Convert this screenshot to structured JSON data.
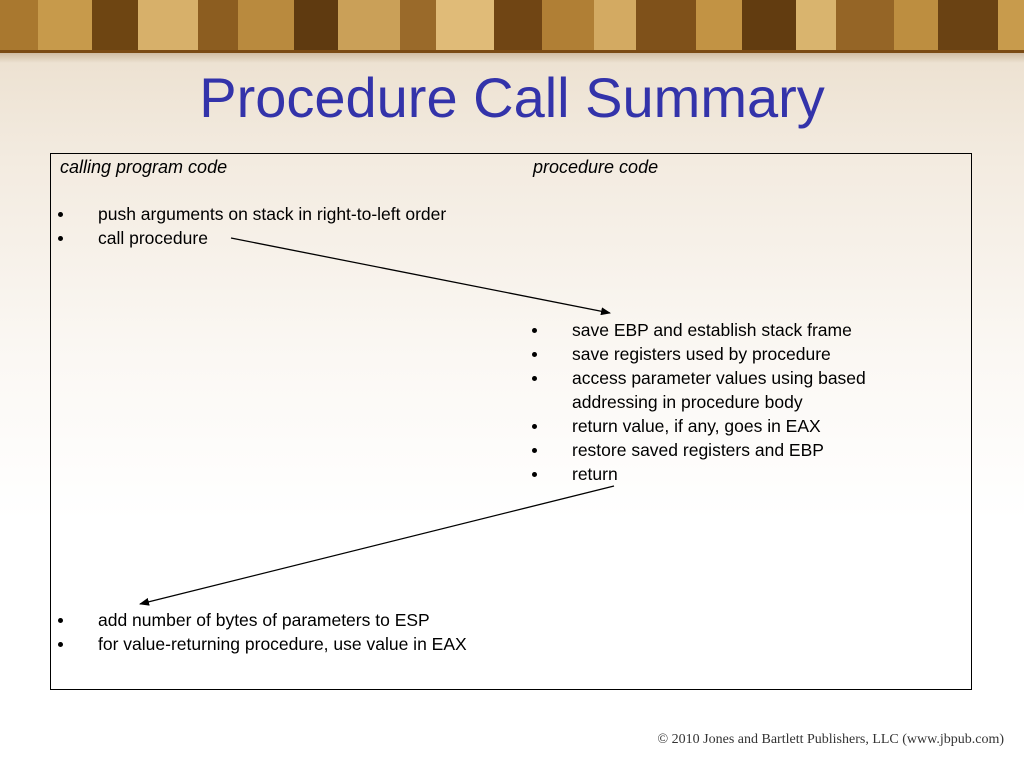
{
  "slide": {
    "title": "Procedure Call Summary",
    "footer": "© 2010 Jones and Bartlett Publishers, LLC (www.jbpub.com)"
  },
  "table": {
    "left_header": "calling program code",
    "right_header": "procedure code",
    "caller_before": [
      "push arguments on stack in right-to-left order",
      "call procedure"
    ],
    "procedure_steps": [
      "save EBP and establish stack frame",
      "save registers used by procedure",
      "access parameter values using based addressing in procedure body",
      "return value, if any, goes in EAX",
      "restore saved registers and EBP",
      "return"
    ],
    "caller_after": [
      "add number of bytes of parameters to ESP",
      "for value-returning procedure, use value in EAX"
    ]
  }
}
